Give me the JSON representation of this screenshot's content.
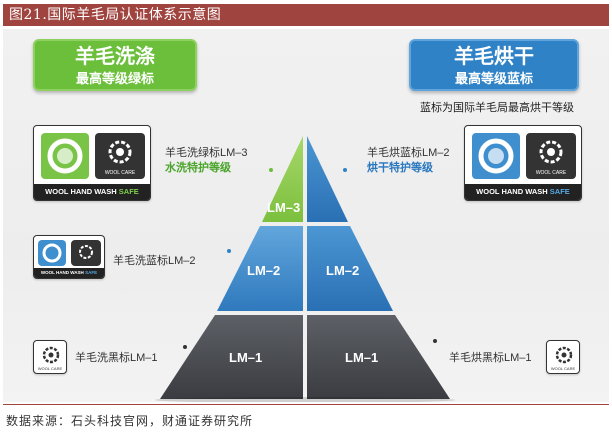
{
  "figure_title": "图21.国际羊毛局认证体系示意图",
  "source": "数据来源：石头科技官网，财通证券研究所",
  "left_banner": {
    "title": "羊毛洗涤",
    "subtitle": "最高等级绿标",
    "color": "#6bbf3b"
  },
  "right_banner": {
    "title": "羊毛烘干",
    "subtitle": "最高等级蓝标",
    "color": "#2f82c6",
    "note": "蓝标为国际羊毛局最高烘干等级"
  },
  "pyramid": {
    "left": {
      "top": "LM–3",
      "middle": "LM–2",
      "bottom": "LM–1"
    },
    "right": {
      "middle": "LM–2",
      "bottom": "LM–1"
    },
    "colors": {
      "green": "#8cc94a",
      "blue": "#3b8ac9",
      "dark": "#4d4f55"
    }
  },
  "left_labels": {
    "green_name": "羊毛洗绿标LM–3",
    "green_sub": "水洗特护等级",
    "blue_name": "羊毛洗蓝标LM–2",
    "black_name": "羊毛洗黑标LM–1"
  },
  "right_labels": {
    "blue_name": "羊毛烘蓝标LM–2",
    "blue_sub": "烘干特护等级",
    "black_name": "羊毛烘黑标LM–1"
  },
  "logos": {
    "wool_care": "WOOL CARE",
    "hand_wash": "WOOL HAND WASH",
    "safe": "SAFE"
  }
}
